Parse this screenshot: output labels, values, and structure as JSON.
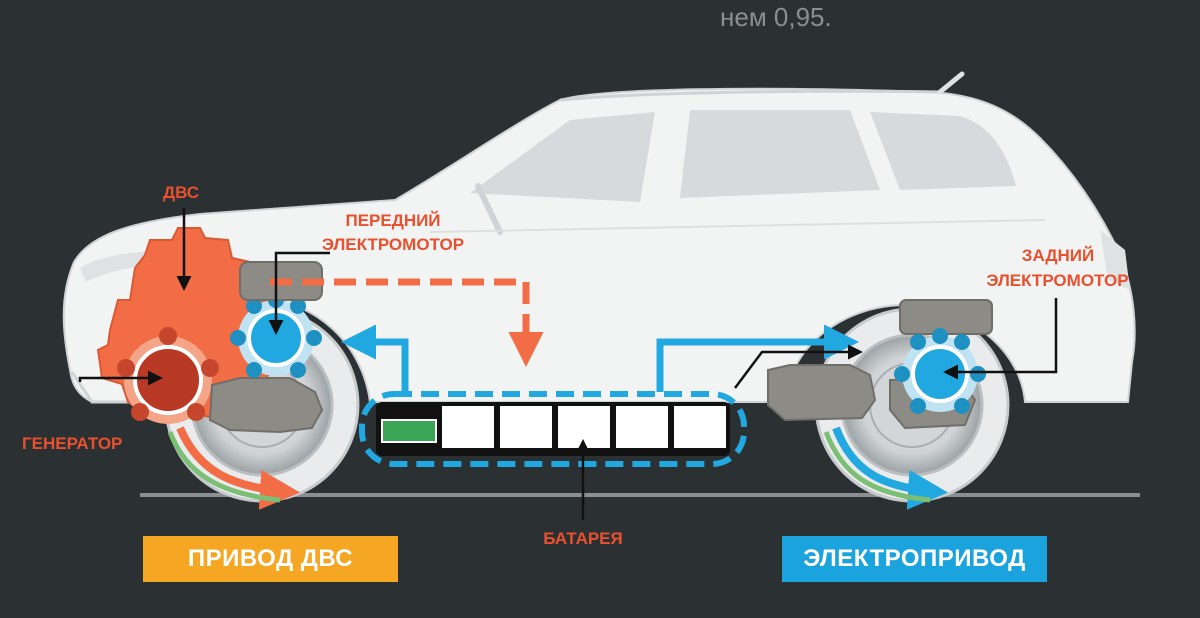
{
  "header": {
    "partial_text": "нем 0,95."
  },
  "labels": {
    "ice": "ДВС",
    "front_motor_line1": "ПЕРЕДНИЙ",
    "front_motor_line2": "ЭЛЕКТРОМОТОР",
    "rear_motor_line1": "ЗАДНИЙ",
    "rear_motor_line2": "ЭЛЕКТРОМОТОР",
    "generator": "ГЕНЕРАТОР",
    "battery": "БАТАРЕЯ"
  },
  "buttons": {
    "ice_drive": "ПРИВОД ДВС",
    "electric_drive": "ЭЛЕКТРОПРИВОД"
  },
  "colors": {
    "background": "#2b3033",
    "car_body": "#f2f3f3",
    "ice_orange": "#f26d45",
    "electric_blue": "#22a8e0",
    "label_red": "#e8502e",
    "ice_button": "#f5a623",
    "electric_button": "#1ba3dd",
    "battery_green": "#3aa655",
    "gear_gray": "#8c8b86"
  }
}
